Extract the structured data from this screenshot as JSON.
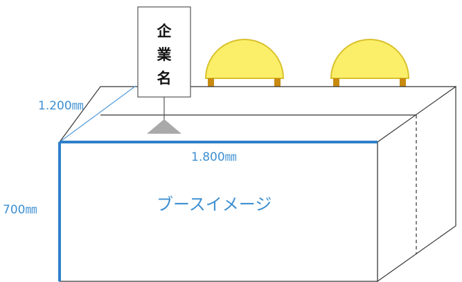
{
  "sign": {
    "chars": [
      "企",
      "業",
      "名"
    ]
  },
  "dimensions": {
    "depth": "1.200㎜",
    "width": "1.800㎜",
    "height": "700㎜"
  },
  "booth_label": "ブースイメージ",
  "colors": {
    "accent_blue": "#2f7fc9",
    "dim_text": "#3d8fd1",
    "chair": "#fbef6a",
    "chair_leg": "#c98a10",
    "stand": "#a9a9a9"
  }
}
